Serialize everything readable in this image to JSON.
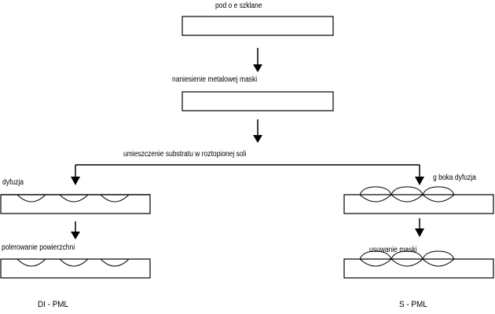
{
  "diagram": {
    "steps": {
      "substrate": "pod o e szklane",
      "mask": "naniesienie metalowej maski",
      "immersion": "umieszczenie substratu w roztopionej soli"
    },
    "left_branch": {
      "step1": "dyfuzja",
      "step2": "polerowanie powierzchni",
      "result": "DI - PML"
    },
    "right_branch": {
      "step1": "g  boka dyfuzja",
      "step2": "usuwanie maski",
      "result": "S - PML"
    },
    "colors": {
      "line": "#000000",
      "fill": "#ffffff"
    }
  }
}
